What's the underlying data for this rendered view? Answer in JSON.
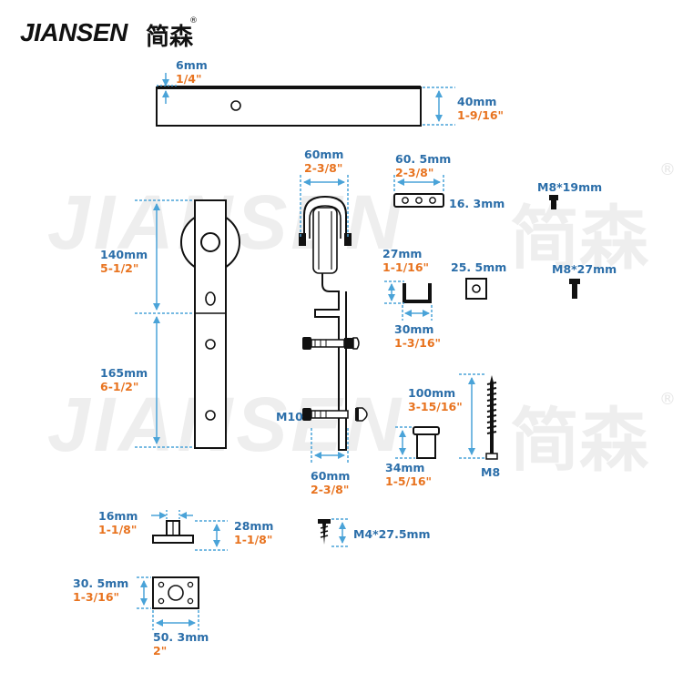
{
  "brand": {
    "name": "JIANSEN",
    "name_cn": "简森",
    "registered_mark": "®"
  },
  "colors": {
    "dimension_blue": "#2b6ea9",
    "imperial_orange": "#e8731f",
    "dimension_line": "#4aa3d8",
    "outline": "#111111",
    "watermark": "#eeeeee"
  },
  "labels": {
    "rail_thickness_mm": "6mm",
    "rail_thickness_in": "1/4\"",
    "rail_height_mm": "40mm",
    "rail_height_in": "1-9/16\"",
    "wheel_width_mm": "60mm",
    "wheel_width_in": "2-3/8\"",
    "spacer_length_mm": "60. 5mm",
    "spacer_length_in": "2-3/8\"",
    "spacer_height_mm": "16. 3mm",
    "bolt_small": "M8*19mm",
    "stopper_height_mm": "27mm",
    "stopper_height_in": "1-1/16\"",
    "stopper_width_mm": "30mm",
    "stopper_width_in": "1-3/16\"",
    "washer_size": "25. 5mm",
    "bolt_large": "M8*27mm",
    "hanger_upper_mm": "140mm",
    "hanger_upper_in": "5-1/2\"",
    "hanger_lower_mm": "165mm",
    "hanger_lower_in": "6-1/2\"",
    "bolt_thread": "M10",
    "hanger_width_mm": "60mm",
    "hanger_width_in": "2-3/8\"",
    "lag_screw_mm": "100mm",
    "lag_screw_in": "3-15/16\"",
    "lag_screw_thread": "M8",
    "spacer_tube_mm": "34mm",
    "spacer_tube_in": "1-5/16\"",
    "guide_width_mm": "16mm",
    "guide_width_in": "1-1/8\"",
    "guide_height_mm": "28mm",
    "guide_height_in": "1-1/8\"",
    "screw_small": "M4*27.5mm",
    "plate_height_mm": "30. 5mm",
    "plate_height_in": "1-3/16\"",
    "plate_width_mm": "50. 3mm",
    "plate_width_in": "2\""
  }
}
